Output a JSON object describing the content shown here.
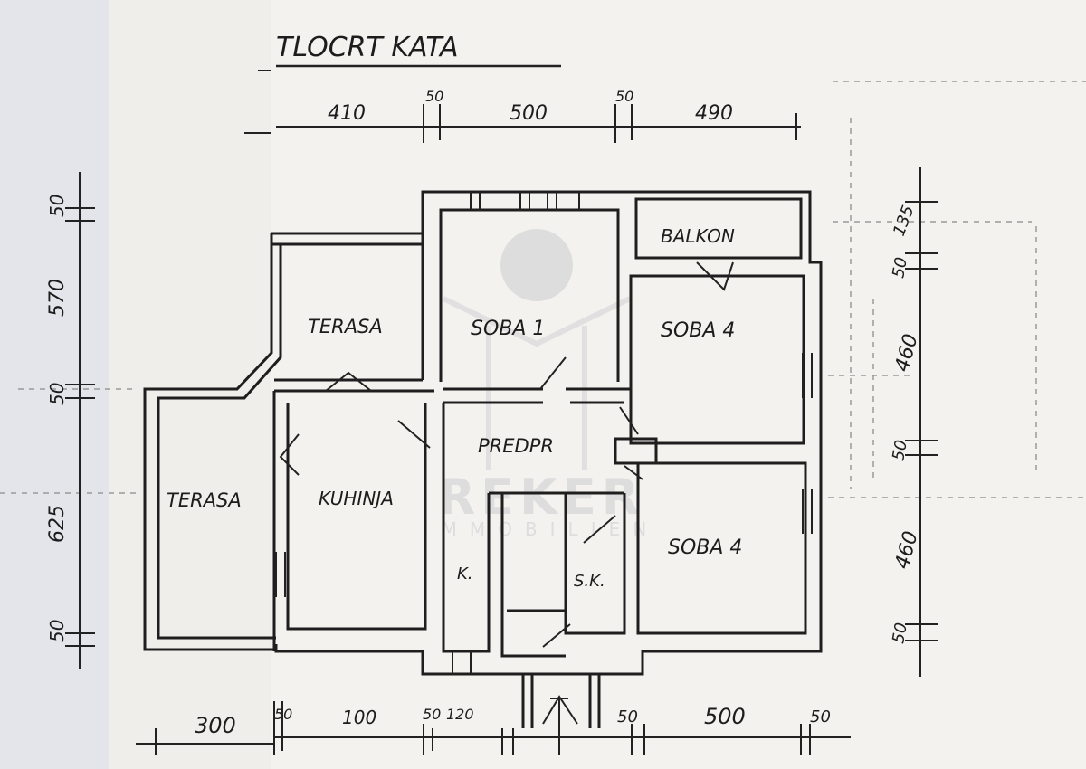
{
  "title": "TLOCRT KATA",
  "dimensions": {
    "top": [
      "410",
      "50",
      "500",
      "50",
      "490"
    ],
    "left": [
      "50",
      "570",
      "50",
      "625",
      "50"
    ],
    "right": [
      "135",
      "50",
      "460",
      "50",
      "460",
      "50"
    ],
    "bottom": [
      "300",
      "50",
      "100",
      "50",
      "120",
      "50",
      "500",
      "50"
    ]
  },
  "rooms": {
    "terasa_upper": "TERASA",
    "soba_1": "SOBA 1",
    "balkon": "BALKON",
    "soba_4_upper": "SOBA 4",
    "terasa_left": "TERASA",
    "kuhinja": "KUHINJA",
    "predpr": "PREDPR",
    "soba_4_lower": "SOBA 4",
    "k": "K.",
    "sk": "S.K."
  },
  "watermark": {
    "line1": "REKER",
    "line2": "IMMOBILIEN"
  }
}
